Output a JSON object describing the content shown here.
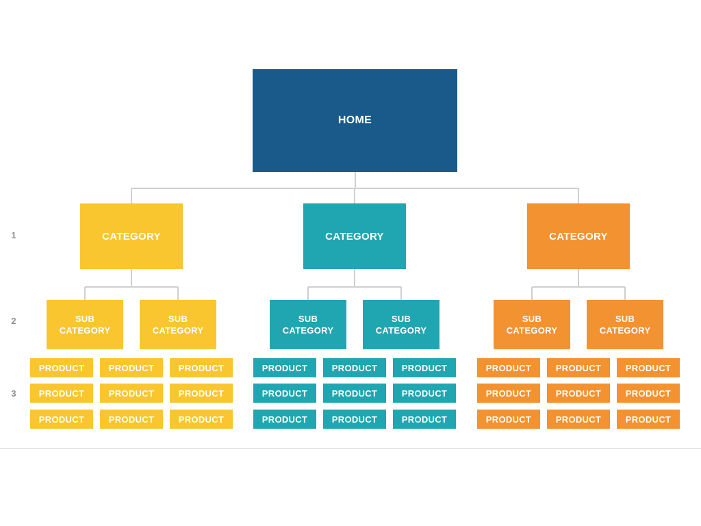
{
  "colors": {
    "home": "#1a5a8a",
    "connector": "#cfcfcf",
    "branches": [
      "#f9c62f",
      "#20a6b0",
      "#f39230"
    ]
  },
  "levels": [
    "1",
    "2",
    "3"
  ],
  "home": {
    "label": "HOME"
  },
  "branches": [
    {
      "label": "CATEGORY",
      "subs": [
        {
          "label": "SUB\nCATEGORY"
        },
        {
          "label": "SUB\nCATEGORY"
        }
      ],
      "products": [
        "PRODUCT",
        "PRODUCT",
        "PRODUCT",
        "PRODUCT",
        "PRODUCT",
        "PRODUCT",
        "PRODUCT",
        "PRODUCT",
        "PRODUCT"
      ]
    },
    {
      "label": "CATEGORY",
      "subs": [
        {
          "label": "SUB\nCATEGORY"
        },
        {
          "label": "SUB\nCATEGORY"
        }
      ],
      "products": [
        "PRODUCT",
        "PRODUCT",
        "PRODUCT",
        "PRODUCT",
        "PRODUCT",
        "PRODUCT",
        "PRODUCT",
        "PRODUCT",
        "PRODUCT"
      ]
    },
    {
      "label": "CATEGORY",
      "subs": [
        {
          "label": "SUB\nCATEGORY"
        },
        {
          "label": "SUB\nCATEGORY"
        }
      ],
      "products": [
        "PRODUCT",
        "PRODUCT",
        "PRODUCT",
        "PRODUCT",
        "PRODUCT",
        "PRODUCT",
        "PRODUCT",
        "PRODUCT",
        "PRODUCT"
      ]
    }
  ]
}
